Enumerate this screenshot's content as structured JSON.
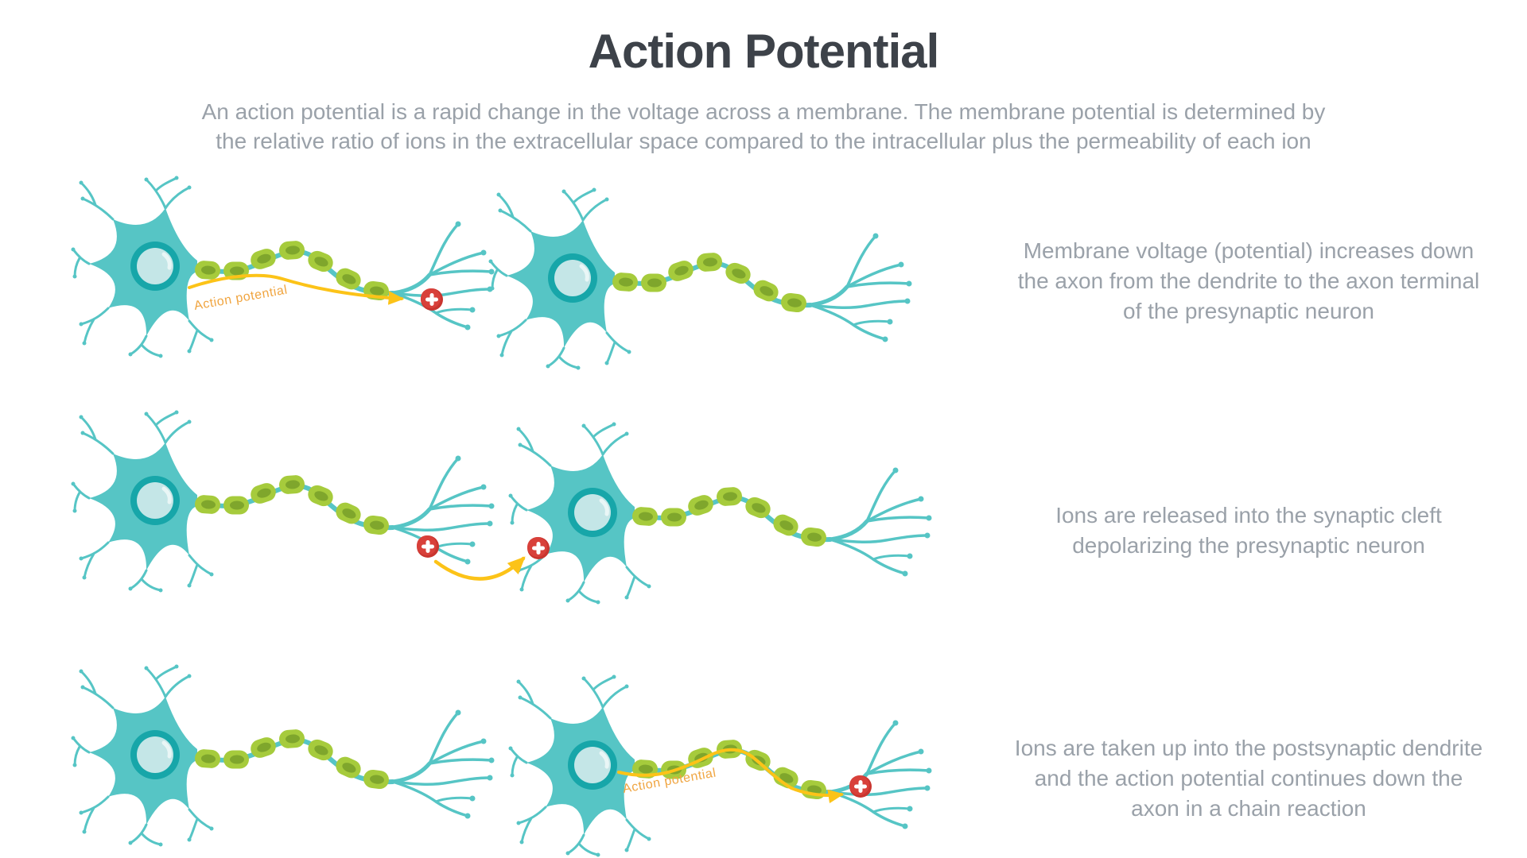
{
  "header": {
    "title": "Action Potential",
    "subtitle_line1": "An action potential is a rapid change in the voltage across a membrane. The membrane potential is determined by",
    "subtitle_line2": "the relative ratio of ions in the extracellular space compared to the intracellular plus the permeability of each ion"
  },
  "rows": [
    {
      "caption": "Membrane voltage (potential) increases down the axon from the dendrite to the axon terminal of the presynaptic neuron",
      "annotation": "Action potential",
      "ions_shown": 1
    },
    {
      "caption": "Ions are released into the synaptic cleft depolarizing the presynaptic neuron",
      "annotation": "",
      "ions_shown": 2
    },
    {
      "caption": "Ions are taken up into the postsynaptic dendrite and the action potential continues down the axon in a chain reaction",
      "annotation": "Action potential",
      "ions_shown": 1
    }
  ],
  "icons": {
    "positive_ion": "+"
  },
  "colors": {
    "neuron_teal": "#56c5c5",
    "nucleus_ring_teal": "#17a6a9",
    "nucleus_fill": "#c4e6e7",
    "myelin_green": "#a6cb3c",
    "myelin_core_green": "#7fa62c",
    "arrow_yellow": "#fcc318",
    "annotation_orange": "#f0a541",
    "ion_red": "#d8403a",
    "title_text": "#3d4249",
    "body_text": "#9aa1a9",
    "background": "#ffffff"
  }
}
